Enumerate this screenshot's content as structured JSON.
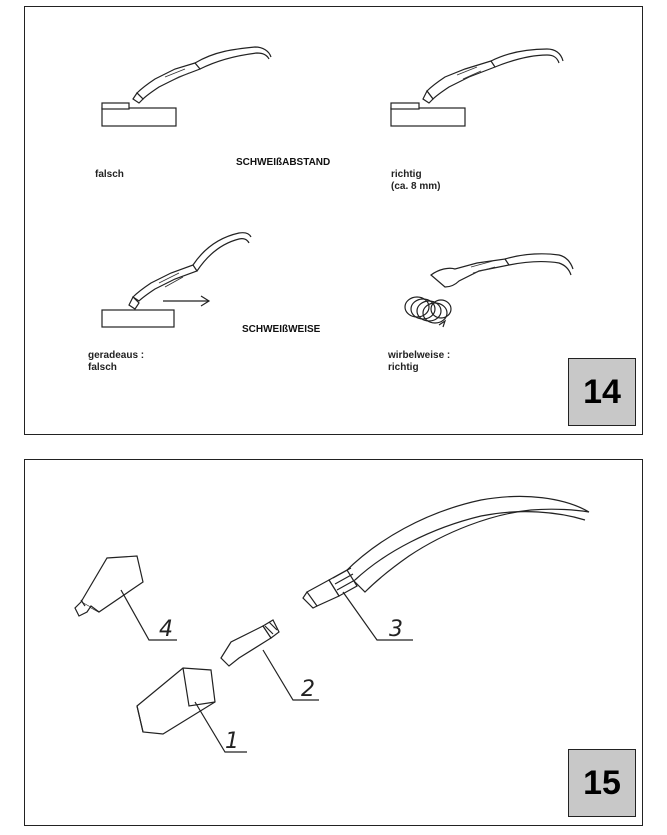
{
  "figure14": {
    "section_distance": "SCHWEIßABSTAND",
    "label_wrong_distance": "falsch",
    "label_right_distance_line1": "richtig",
    "label_right_distance_line2": "(ca. 8 mm)",
    "section_technique": "SCHWEIßWEISE",
    "label_straight_line1": "geradeaus :",
    "label_straight_line2": "falsch",
    "label_circular_line1": "wirbelweise :",
    "label_circular_line2": "richtig",
    "number": "14"
  },
  "figure15": {
    "part_labels": [
      "1",
      "2",
      "3",
      "4"
    ],
    "number": "15"
  }
}
